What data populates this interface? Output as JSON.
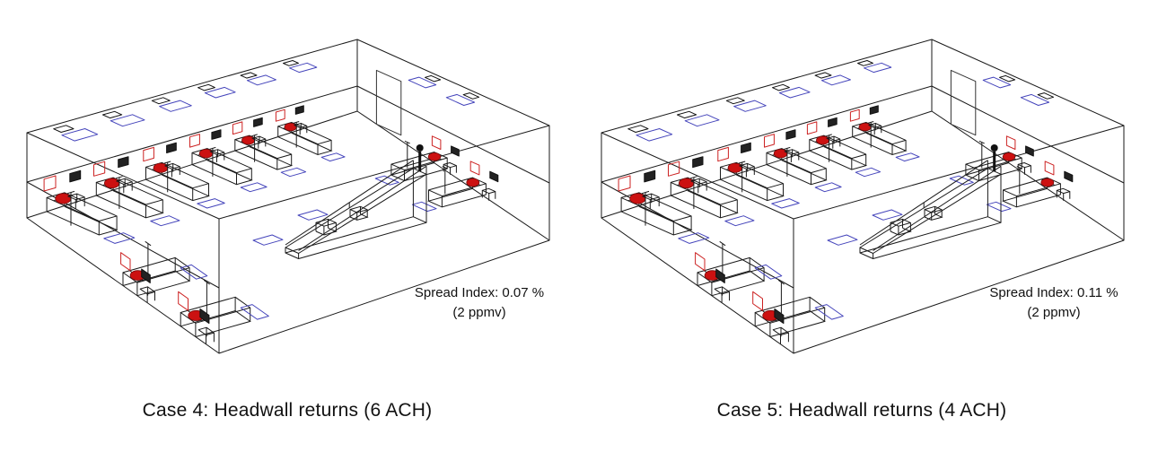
{
  "figure": {
    "background": "#ffffff"
  },
  "panels": [
    {
      "id": "case4",
      "caption": "Case 4: Headwall returns (6 ACH)",
      "annotation": {
        "spread_index": "Spread Index: 0.07 %",
        "concentration": "(2 ppmv)"
      }
    },
    {
      "id": "case5",
      "caption": "Case 5: Headwall returns (4 ACH)",
      "annotation": {
        "spread_index": "Spread Index: 0.11 %",
        "concentration": "(2 ppmv)"
      }
    }
  ],
  "colors": {
    "wireframe": "#1a1a1a",
    "patient_marker": "#cc1111",
    "patient_marker_edge": "#7a0a0a",
    "supply_diffuser": "#4444bb",
    "wall_return": "#cc2222",
    "figure_dark": "#111111"
  }
}
